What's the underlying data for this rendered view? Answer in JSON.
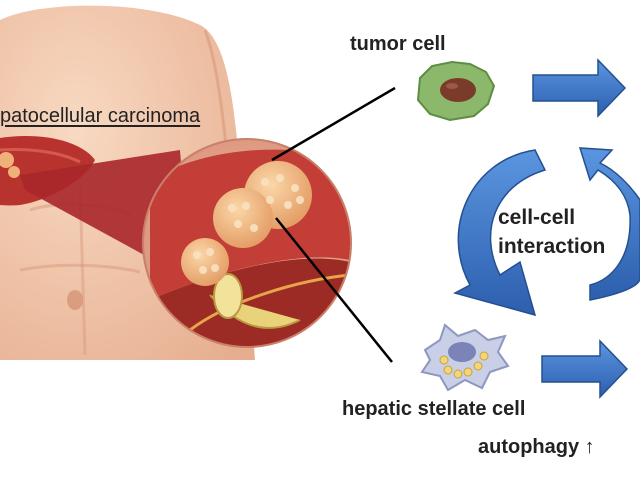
{
  "labels": {
    "hcc": "patocellular carcinoma",
    "tumor_cell": "tumor cell",
    "stellate_cell": "hepatic stellate cell",
    "autophagy": "autophagy ↑",
    "interaction_line1": "cell-cell",
    "interaction_line2": "interaction"
  },
  "colors": {
    "skin": "#f2c6a8",
    "skin_shadow": "#e3a98a",
    "liver": "#b8332e",
    "liver_dark": "#8e1f1c",
    "magnify_fill": "#e7b09a",
    "tumor_nodule": "#f0b07a",
    "tumor_cell_body": "#8bb86a",
    "tumor_cell_nucleus": "#7a3b2a",
    "stellate_body": "#c9cfe6",
    "arrow_blue": "#3a73c4",
    "text": "#222222"
  },
  "icons": [
    "tumor-cell-icon",
    "stellate-cell-icon",
    "right-arrow-icon",
    "curved-arrow-icon"
  ]
}
